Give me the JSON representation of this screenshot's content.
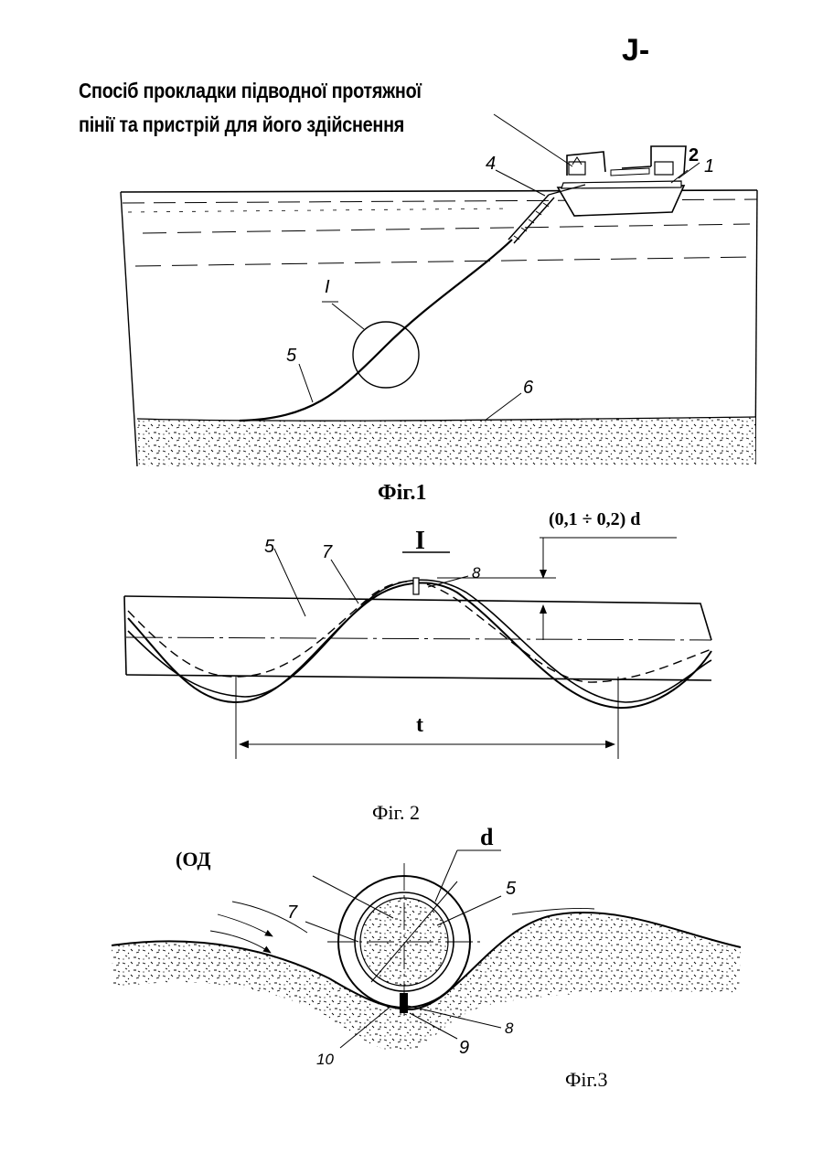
{
  "title": {
    "line1": "Спосіб прокладки підводної протяжної",
    "line2": "пінії та пристрій для його здійснення"
  },
  "corner_mark": "J-",
  "stamp": "(ОД",
  "fig1": {
    "caption": "Фіг.1",
    "labels": {
      "l1": "1",
      "l2": "2",
      "l4": "4",
      "l5": "5",
      "l6": "6",
      "detail": "I"
    }
  },
  "fig2": {
    "caption": "Фіг. 2",
    "labels": {
      "detail": "I",
      "l5": "5",
      "l7": "7",
      "l8": "8",
      "pitch": "t",
      "gap": "(0,1 ÷ 0,2) d"
    }
  },
  "fig3": {
    "caption": "Фіг.3",
    "labels": {
      "d": "d",
      "l5": "5",
      "l7": "7",
      "l8": "8",
      "l9": "9",
      "l10": "10"
    }
  }
}
